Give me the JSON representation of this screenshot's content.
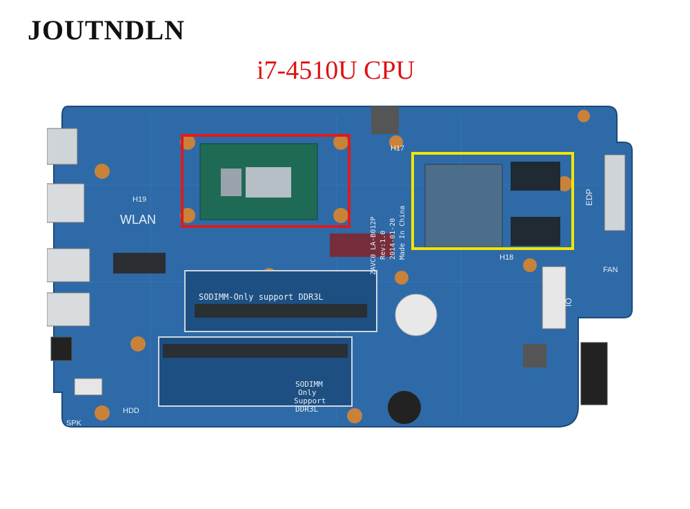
{
  "header": {
    "brand": "JOUTNDLN",
    "caption": "i7-4510U CPU"
  },
  "board": {
    "model": "ZAVC0 LA-B012P",
    "revision": "Rev:1.0",
    "date": "2014-01-20",
    "made_in": "Made In China",
    "labels": {
      "wlan": "WLAN",
      "h19": "H19",
      "h17": "H17",
      "h18": "H18",
      "sodimm_top": "SODIMM-Only support DDR3L",
      "sodimm_bottom": [
        "SODIMM",
        "Only",
        "Support",
        "DDR3L"
      ],
      "hdd": "HDD",
      "spk": "SPK",
      "edp": "EDP",
      "fan": "FAN",
      "io": "IO"
    },
    "colors": {
      "pcb": "#2e6aa8",
      "cpu_highlight": "#e01a1a",
      "gpu_highlight": "#f2e600",
      "silkscreen": "#e8eef5"
    }
  }
}
